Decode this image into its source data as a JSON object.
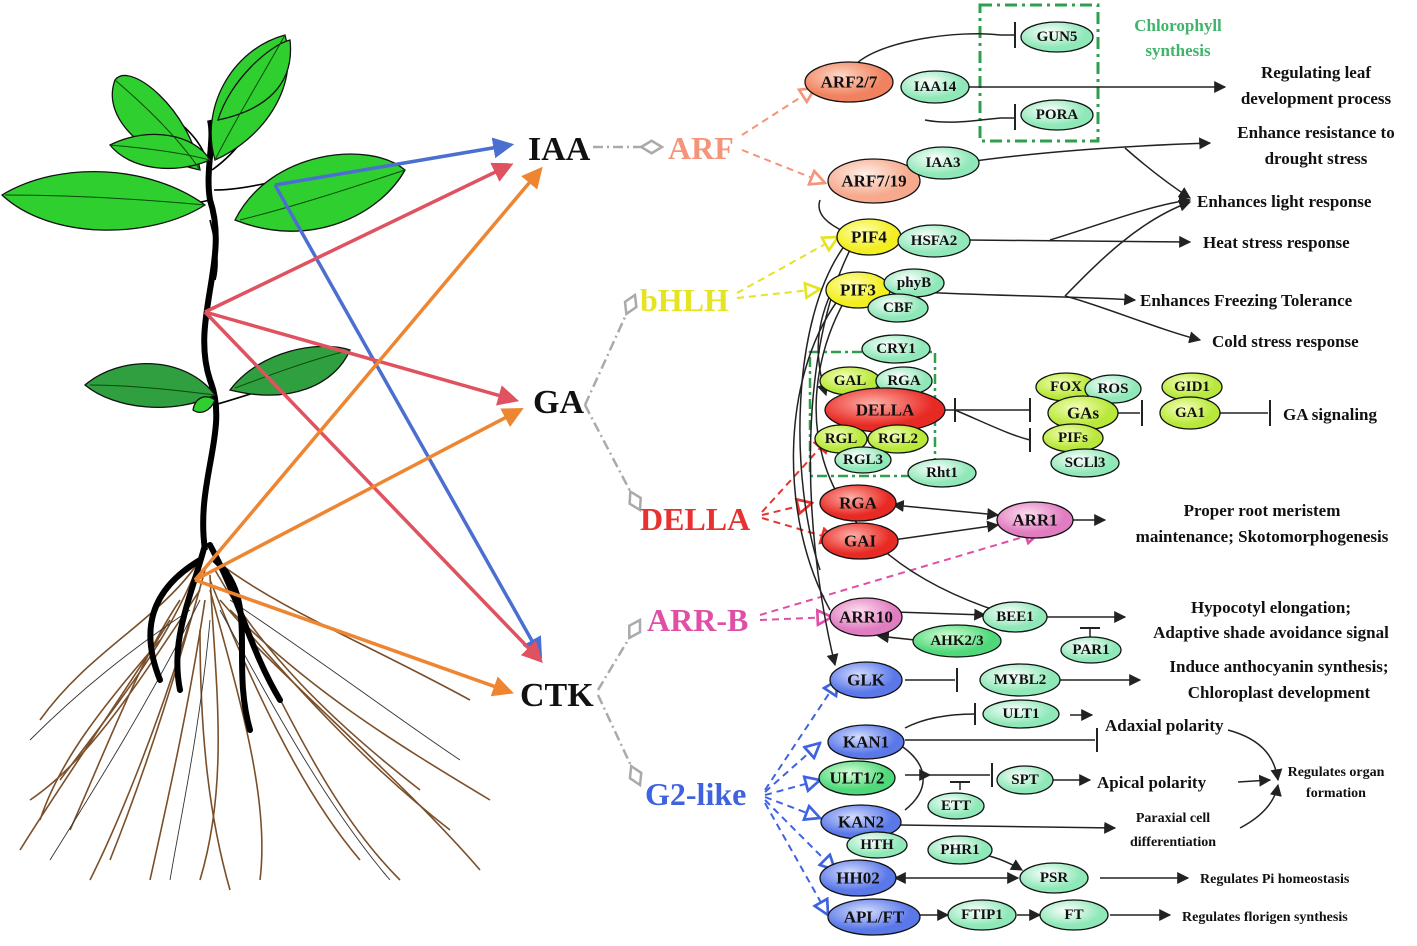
{
  "hormones": {
    "iaa": "IAA",
    "ga": "GA",
    "ctk": "CTK"
  },
  "families": {
    "arf": "ARF",
    "bhlh": "bHLH",
    "della": "DELLA",
    "arrb": "ARR-B",
    "g2like": "G2-like"
  },
  "chlorophyll": {
    "line1": "Chlorophyll",
    "line2": "synthesis"
  },
  "nodes": {
    "arf27": "ARF2/7",
    "iaa14": "IAA14",
    "gun5": "GUN5",
    "pora": "PORA",
    "arf719": "ARF7/19",
    "iaa3": "IAA3",
    "pif4": "PIF4",
    "hsfa2": "HSFA2",
    "pif3": "PIF3",
    "phyb": "phyB",
    "cbf": "CBF",
    "cry1": "CRY1",
    "gal": "GAL",
    "rga_small": "RGA",
    "della": "DELLA",
    "rgl": "RGL",
    "rgl2": "RGL2",
    "rgl3": "RGL3",
    "rht1": "Rht1",
    "fox": "FOX",
    "ros": "ROS",
    "gas": "GAs",
    "pifs": "PIFs",
    "scl13": "SCLl3",
    "gid1": "GID1",
    "ga1": "GA1",
    "rga": "RGA",
    "gai": "GAI",
    "arr1": "ARR1",
    "arr10": "ARR10",
    "bee1": "BEE1",
    "ahk23": "AHK2/3",
    "par1": "PAR1",
    "glk": "GLK",
    "mybl2": "MYBL2",
    "kan1": "KAN1",
    "ult1": "ULT1",
    "ult12": "ULT1/2",
    "spt": "SPT",
    "ett": "ETT",
    "kan2": "KAN2",
    "hth": "HTH",
    "hh02": "HH02",
    "phr1": "PHR1",
    "psr": "PSR",
    "aplft": "APL/FT",
    "ftip1": "FTIP1",
    "ft": "FT"
  },
  "outputs": {
    "leaf1": "Regulating leaf",
    "leaf2": "development process",
    "drought1": "Enhance resistance to",
    "drought2": "drought stress",
    "light": "Enhances light response",
    "heat": "Heat stress response",
    "freeze": "Enhances Freezing Tolerance",
    "cold": "Cold stress response",
    "gasig": "GA signaling",
    "root1": "Proper root meristem",
    "root2": "maintenance; Skotomorphogenesis",
    "hypo1": "Hypocotyl elongation;",
    "hypo2": "Adaptive shade avoidance signal",
    "antho1": "Induce anthocyanin synthesis;",
    "antho2": "Chloroplast development",
    "adaxial": "Adaxial polarity",
    "apical": "Apical polarity",
    "paraxial1": "Paraxial cell",
    "paraxial2": "differentiation",
    "organ1": "Regulates organ",
    "organ2": "formation",
    "pi": "Regulates Pi homeostasis",
    "florigen": "Regulates florigen synthesis"
  },
  "colors": {
    "iaa_arrow": "#4b6fd0",
    "ga_arrow": "#df5260",
    "ctk_arrow": "#ee8531",
    "arf": "#f4957a",
    "bhlh": "#e6e322",
    "della": "#e8322f",
    "arrb": "#df4fa6",
    "g2like": "#3f63e0",
    "leaf_light": "#2fcf2f",
    "leaf_dark": "#2f9f3f",
    "chloro_box": "#2f9f4f"
  }
}
